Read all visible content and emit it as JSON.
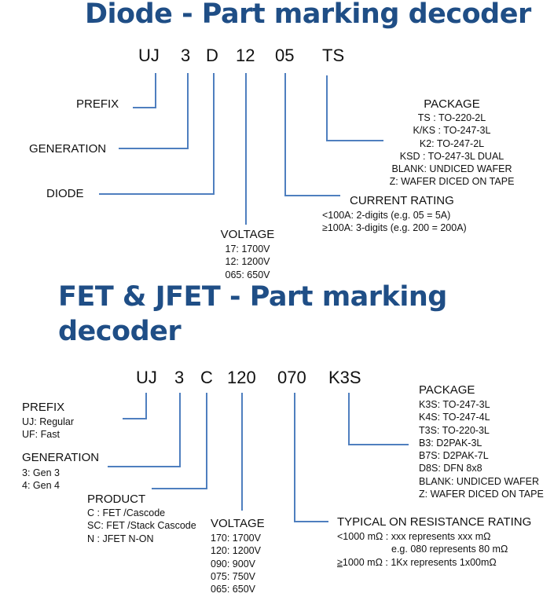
{
  "diode": {
    "title": "Diode - Part marking decoder",
    "codes": [
      "UJ",
      "3",
      "D",
      "12",
      "05",
      "TS"
    ],
    "prefix_label": "PREFIX",
    "generation_label": "GENERATION",
    "diode_label": "DIODE",
    "voltage": {
      "label": "VOLTAGE",
      "items": [
        "17: 1700V",
        "12: 1200V",
        "065: 650V"
      ]
    },
    "current": {
      "label": "CURRENT RATING",
      "items": [
        "<100A: 2-digits (e.g. 05 = 5A)",
        "≥100A: 3-digits (e.g. 200 = 200A)"
      ]
    },
    "package": {
      "label": "PACKAGE",
      "items": [
        "TS : TO-220-2L",
        "K/KS : TO-247-3L",
        "K2: TO-247-2L",
        "KSD : TO-247-3L DUAL",
        "BLANK: UNDICED WAFER",
        "Z: WAFER DICED ON TAPE"
      ]
    }
  },
  "fet": {
    "title_line1": "FET & JFET - Part marking",
    "title_line2": "decoder",
    "codes": [
      "UJ",
      "3",
      "C",
      "120",
      "070",
      "K3S"
    ],
    "prefix": {
      "label": "PREFIX",
      "items": [
        "UJ: Regular",
        "UF: Fast"
      ]
    },
    "generation": {
      "label": "GENERATION",
      "items": [
        "3: Gen 3",
        "4: Gen 4"
      ]
    },
    "product": {
      "label": "PRODUCT",
      "items": [
        "C : FET /Cascode",
        "SC: FET /Stack Cascode",
        "N : JFET N-ON"
      ]
    },
    "voltage": {
      "label": "VOLTAGE",
      "items": [
        "170: 1700V",
        "120: 1200V",
        "090: 900V",
        "075: 750V",
        "065: 650V"
      ]
    },
    "resistance": {
      "label": "TYPICAL ON RESISTANCE RATING",
      "items": [
        "<1000 mΩ : xxx represents xxx mΩ",
        "e.g. 080 represents 80 mΩ"
      ],
      "ge_symbol": "≥",
      "ge_line_rest": "1000 mΩ : 1Kx represents 1x00mΩ"
    },
    "package": {
      "label": "PACKAGE",
      "items": [
        "K3S: TO-247-3L",
        "K4S: TO-247-4L",
        "T3S: TO-220-3L",
        "B3: D2PAK-3L",
        "B7S: D2PAK-7L",
        "D8S: DFN 8x8",
        "BLANK: UNDICED WAFER",
        "Z: WAFER DICED ON TAPE"
      ]
    }
  },
  "colors": {
    "title": "#1f4e86",
    "connector": "#4f7fbf"
  }
}
